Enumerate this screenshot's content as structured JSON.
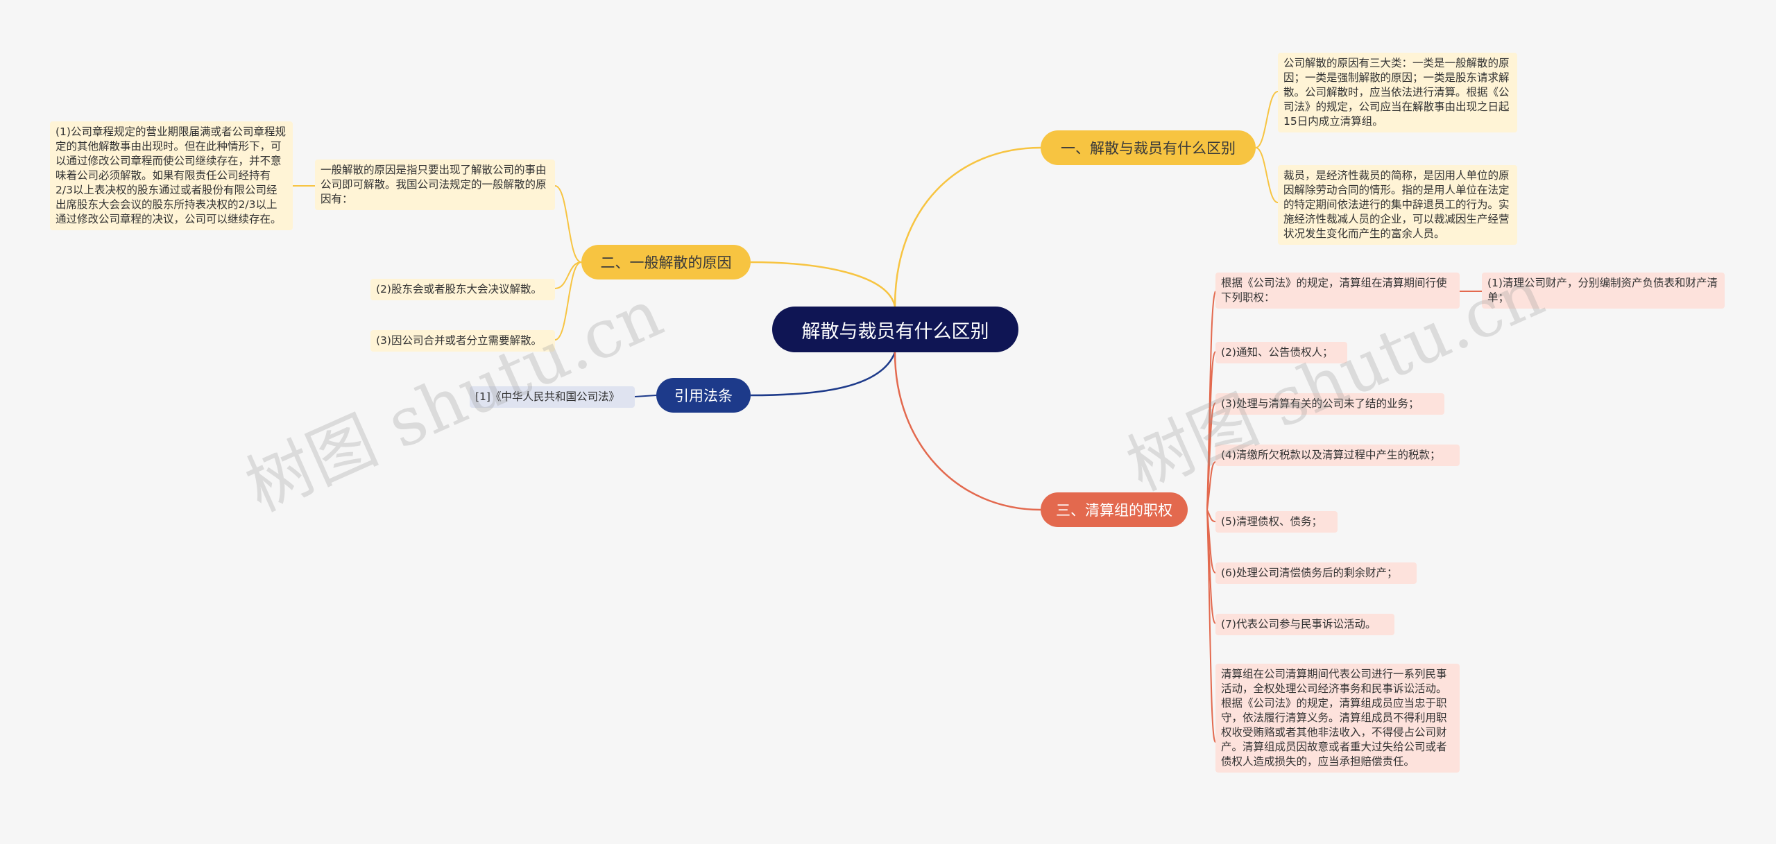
{
  "root": {
    "label": "解散与裁员有什么区别"
  },
  "branches": {
    "b1": {
      "label": "一、解散与裁员有什么区别",
      "leaves": [
        "公司解散的原因有三大类：一类是一般解散的原因；一类是强制解散的原因；一类是股东请求解散。公司解散时，应当依法进行清算。根据《公司法》的规定，公司应当在解散事由出现之日起15日内成立清算组。",
        "裁员，是经济性裁员的简称，是因用人单位的原因解除劳动合同的情形。指的是用人单位在法定的特定期间依法进行的集中辞退员工的行为。实施经济性裁减人员的企业，可以裁减因生产经营状况发生变化而产生的富余人员。"
      ]
    },
    "b2": {
      "label": "二、一般解散的原因",
      "intro": "一般解散的原因是指只要出现了解散公司的事由公司即可解散。我国公司法规定的一般解散的原因有：",
      "sub": "(1)公司章程规定的营业期限届满或者公司章程规定的其他解散事由出现时。但在此种情形下，可以通过修改公司章程而使公司继续存在，并不意味着公司必须解散。如果有限责任公司经持有2/3以上表决权的股东通过或者股份有限公司经出席股东大会会议的股东所持表决权的2/3以上通过修改公司章程的决议，公司可以继续存在。",
      "leaves": [
        "(2)股东会或者股东大会决议解散。",
        "(3)因公司合并或者分立需要解散。"
      ]
    },
    "b3": {
      "label": "引用法条",
      "leaves": [
        "[1]《中华人民共和国公司法》"
      ]
    },
    "b4": {
      "label": "三、清算组的职权",
      "intro": "根据《公司法》的规定，清算组在清算期间行使下列职权：",
      "sub": "(1)清理公司财产，分别编制资产负债表和财产清单；",
      "leaves": [
        "(2)通知、公告债权人；",
        "(3)处理与清算有关的公司未了结的业务；",
        "(4)清缴所欠税款以及清算过程中产生的税款；",
        "(5)清理债权、债务；",
        "(6)处理公司清偿债务后的剩余财产；",
        "(7)代表公司参与民事诉讼活动。",
        "清算组在公司清算期间代表公司进行一系列民事活动，全权处理公司经济事务和民事诉讼活动。根据《公司法》的规定，清算组成员应当忠于职守，依法履行清算义务。清算组成员不得利用职权收受贿赂或者其他非法收入，不得侵占公司财产。清算组成员因故意或者重大过失给公司或者债权人造成损失的，应当承担赔偿责任。"
      ]
    }
  },
  "watermarks": [
    "树图 shutu.cn",
    "树图 shutu.cn"
  ],
  "colors": {
    "root": "#0f1554",
    "yellow": "#f7c441",
    "red": "#e3694e",
    "blue": "#1d3a8a",
    "background": "#f6f6f6"
  }
}
